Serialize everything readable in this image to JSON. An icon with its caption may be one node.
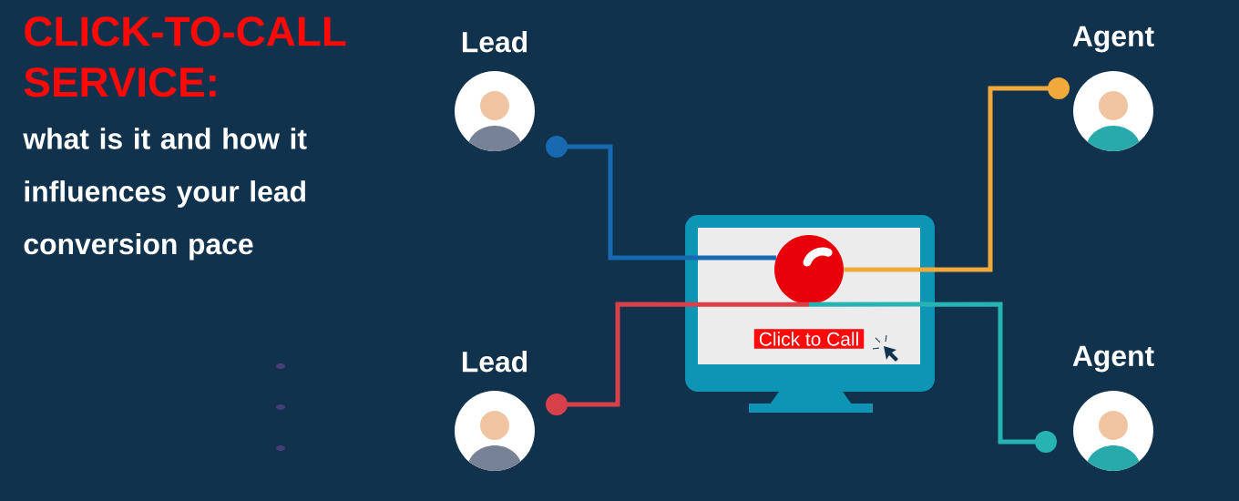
{
  "diagram": {
    "title": "CLICK-TO-CALL SERVICE:",
    "nodes": [
      {
        "text": [
          "Lead"
        ]
      },
      {
        "text": [
          "Lead"
        ]
      },
      {
        "text": [
          "Agent"
        ]
      },
      {
        "text": [
          "Agent"
        ]
      },
      {
        "text": [],
        "shape": "box"
      },
      {
        "text": [],
        "shape": "circle",
        "in": 4
      },
      {
        "text": [
          "Click to Call"
        ],
        "in": 4
      }
    ],
    "edges": [
      {
        "from": 0,
        "to": 5,
        "arrow": "other",
        "color": "#1769b0"
      },
      {
        "from": 1,
        "to": 5,
        "arrow": "other",
        "color": "#d8404a"
      },
      {
        "from": 2,
        "to": 5,
        "arrow": "other",
        "color": "#f2a93b"
      },
      {
        "from": 3,
        "to": 5,
        "arrow": "other",
        "color": "#27b3b2"
      }
    ],
    "labels": [
      "what is it and how it influences your lead conversion pace"
    ]
  }
}
